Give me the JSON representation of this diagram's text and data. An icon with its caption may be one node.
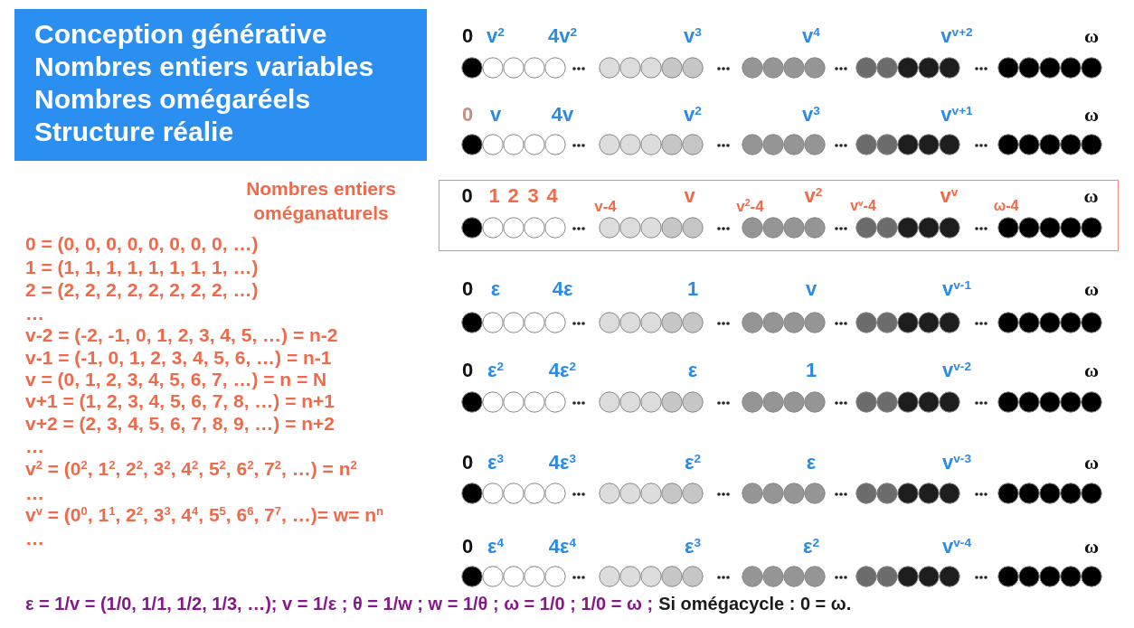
{
  "diagram": {
    "nodes": [
      {
        "text": [
          "Conception générative",
          "Nombres entiers variables",
          "Nombres omégaréels",
          "Structure réalie"
        ]
      },
      {
        "text": [
          "0",
          "1",
          "2",
          "3",
          "4",
          "v-4",
          "v",
          "v$^{2}$-4",
          "v$^{2}$",
          "v$^{v}$-4",
          "v$^{v}$",
          "ω-4",
          "ω"
        ]
      }
    ],
    "labels": [
      "0",
      "v$^{2}$",
      "4v$^{2}$",
      "v$^{3}$",
      "v$^{4}$",
      "v$^{v+2}$",
      "ω",
      "0",
      "v",
      "4v",
      "v$^{2}$",
      "v$^{3}$",
      "v$^{v+1}$",
      "ω",
      "Nombres entiers oméganaturels",
      "0 = (0, 0, 0, 0, 0, 0, 0, 0, …)",
      "1 = (1, 1, 1, 1, 1, 1, 1, 1, …)",
      "2 = (2, 2, 2, 2, 2, 2, 2, 2, …)",
      "…",
      "v-2 = (-2, -1, 0, 1, 2, 3, 4, 5, …) = n-2",
      "v-1 = (-1, 0, 1, 2, 3, 4, 5, 6, …) = n-1",
      "v = (0, 1, 2, 3, 4, 5, 6, 7, …) = n = N",
      "v+1 = (1, 2, 3, 4, 5, 6, 7, 8, …) = n+1",
      "v+2 = (2, 3, 4, 5, 6, 7, 8, 9, …) = n+2",
      "…",
      "v$^{2}$ = (0$^{2}$, 1$^{2}$, 2$^{2}$, 3$^{2}$, 4$^{2}$, 5$^{2}$, 6$^{2}$, 7$^{2}$, …) = n$^{2}$",
      "…",
      "v$^{v}$ = (0$^{0}$, 1$^{1}$, 2$^{2}$, 3$^{3}$, 4$^{4}$, 5$^{5}$, 6$^{6}$, 7$^{7}$, …)= w= n$^{n}$",
      "…",
      "0",
      "ε",
      "4ε",
      "1",
      "v",
      "v$^{v-1}$",
      "ω",
      "0",
      "ε$^{2}$",
      "4ε$^{2}$",
      "ε",
      "1",
      "v$^{v-2}$",
      "ω",
      "0",
      "ε$^{3}$",
      "4ε$^{3}$",
      "ε$^{2}$",
      "ε",
      "v$^{v-3}$",
      "ω",
      "0",
      "ε$^{4}$",
      "4ε$^{4}$",
      "ε$^{3}$",
      "ε$^{2}$",
      "v$^{v-4}$",
      "ω",
      "ε = 1/v = (1/0, 1/1, 1/2, 1/3, …); v = 1/ε ; θ = 1/w ;  w = 1/θ ;  ω = 1/0 ; 1/0 = ω ;",
      "Si omégacycle : 0 = ω."
    ]
  }
}
